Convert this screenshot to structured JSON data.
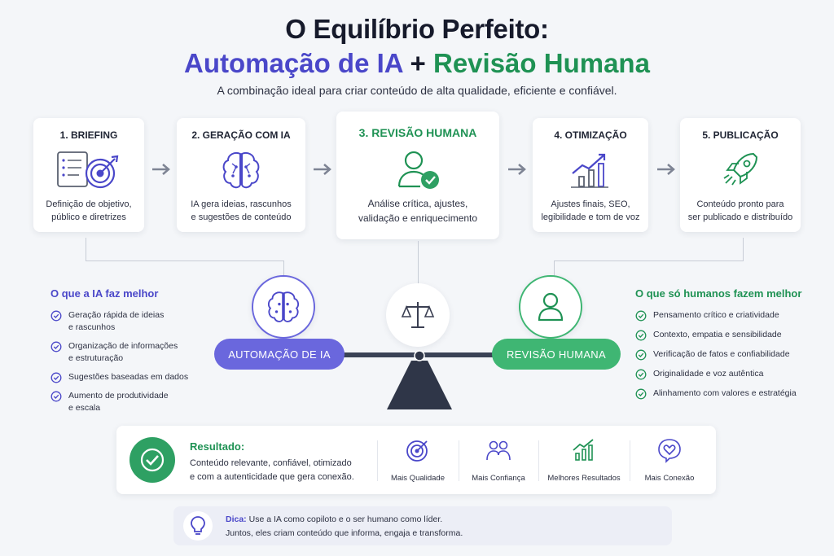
{
  "header": {
    "title": "O Equilíbrio Perfeito:",
    "title_ai": "Automação de IA",
    "title_plus": "+",
    "title_human": "Revisão Humana",
    "subtitle": "A combinação ideal para criar conteúdo de alta qualidade, eficiente e confiável."
  },
  "steps": [
    {
      "title": "1. BRIEFING",
      "icon": "target-checklist-icon",
      "desc1": "Definição de objetivo,",
      "desc2": "público e diretrizes"
    },
    {
      "title": "2. GERAÇÃO COM IA",
      "icon": "brain-icon",
      "desc1": "IA gera ideias, rascunhos",
      "desc2": "e sugestões de conteúdo"
    },
    {
      "title": "3. REVISÃO HUMANA",
      "icon": "user-check-icon",
      "desc1": "Análise crítica, ajustes,",
      "desc2": "validação e enriquecimento"
    },
    {
      "title": "4. OTIMIZAÇÃO",
      "icon": "growth-chart-icon",
      "desc1": "Ajustes finais, SEO,",
      "desc2": "legibilidade e tom de voz"
    },
    {
      "title": "5. PUBLICAÇÃO",
      "icon": "rocket-icon",
      "desc1": "Conteúdo pronto para",
      "desc2": "ser publicado e distribuído"
    }
  ],
  "ai_list": {
    "heading": "O que a IA faz melhor",
    "items": [
      {
        "l1": "Geração rápida de ideias",
        "l2": "e rascunhos"
      },
      {
        "l1": "Organização de informações",
        "l2": "e estruturação"
      },
      {
        "l1": "Sugestões baseadas em dados",
        "l2": ""
      },
      {
        "l1": "Aumento de produtividade",
        "l2": "e escala"
      }
    ]
  },
  "human_list": {
    "heading": "O que só humanos fazem melhor",
    "items": [
      "Pensamento crítico e criatividade",
      "Contexto, empatia e sensibilidade",
      "Verificação de fatos e confiabilidade",
      "Originalidade e voz autêntica",
      "Alinhamento com valores e estratégia"
    ]
  },
  "balance": {
    "left_label": "AUTOMAÇÃO DE IA",
    "right_label": "REVISÃO HUMANA"
  },
  "result": {
    "heading": "Resultado:",
    "line1": "Conteúdo relevante, confiável, otimizado",
    "line2": "e com a autenticidade que gera conexão.",
    "benefits": [
      {
        "label": "Mais Qualidade",
        "icon": "target-icon"
      },
      {
        "label": "Mais Confiança",
        "icon": "people-icon"
      },
      {
        "label": "Melhores Resultados",
        "icon": "chart-icon"
      },
      {
        "label": "Mais Conexão",
        "icon": "heart-chat-icon"
      }
    ]
  },
  "tip": {
    "label": "Dica:",
    "line1": "Use a IA como copiloto e o ser humano como líder.",
    "line2": "Juntos, eles criam conteúdo que informa, engaja e transforma."
  },
  "colors": {
    "ai": "#4a47c9",
    "human": "#1f9254",
    "human_light": "#2ea063",
    "ai_pill": "#6a67dd",
    "human_pill": "#3fb673"
  }
}
